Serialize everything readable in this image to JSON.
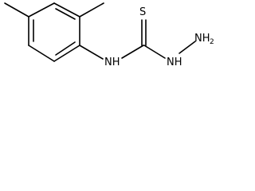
{
  "molecule": {
    "labels": {
      "sulfur": "S",
      "amine_nh": "NH",
      "hydrazine_nh": "NH",
      "terminal_n": "NH",
      "terminal_subscript": "2"
    }
  }
}
